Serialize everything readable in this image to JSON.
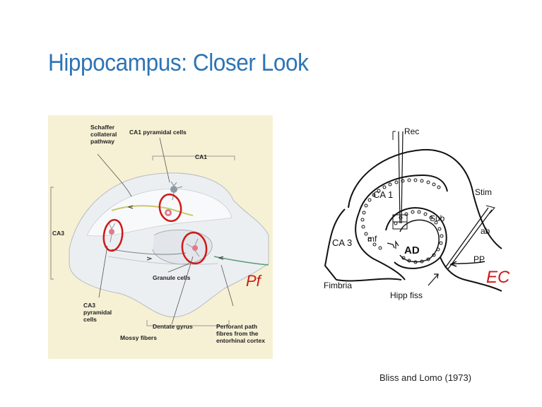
{
  "slide": {
    "title": "Hippocampus: Closer Look",
    "citation": "Bliss and Lomo (1973)"
  },
  "left_diagram": {
    "schaffer_label": [
      "Schaffer",
      "collateral",
      "pathway"
    ],
    "ca1_pyramidal_label": "CA1 pyramidal cells",
    "ca1_label": "CA1",
    "ca3_label": "CA3",
    "granule_label": "Granule cells",
    "ca3_pyramidal_label": [
      "CA3",
      "pyramidal",
      "cells"
    ],
    "dentate_label": "Dentate gyrus",
    "mossy_label": "Mossy fibers",
    "perforant_label": [
      "Perforant path",
      "fibres from the",
      "entorhinal cortex"
    ],
    "handwritten_annotation": "Pf",
    "colors": {
      "background": "#f6f1d4",
      "annotation": "#d01818"
    }
  },
  "right_diagram": {
    "rec_label": "Rec",
    "ca1_label": "CA 1",
    "stim_label": "Stim",
    "sub_label": "Sub",
    "ab_label": "ab",
    "ca3_label": "CA 3",
    "mf_label": "mf",
    "ad_label": "AD",
    "pp_label": "PP",
    "fimbria_label": "Fimbria",
    "hipp_fiss_label": "Hipp fiss",
    "handwritten_annotation": "EC"
  }
}
